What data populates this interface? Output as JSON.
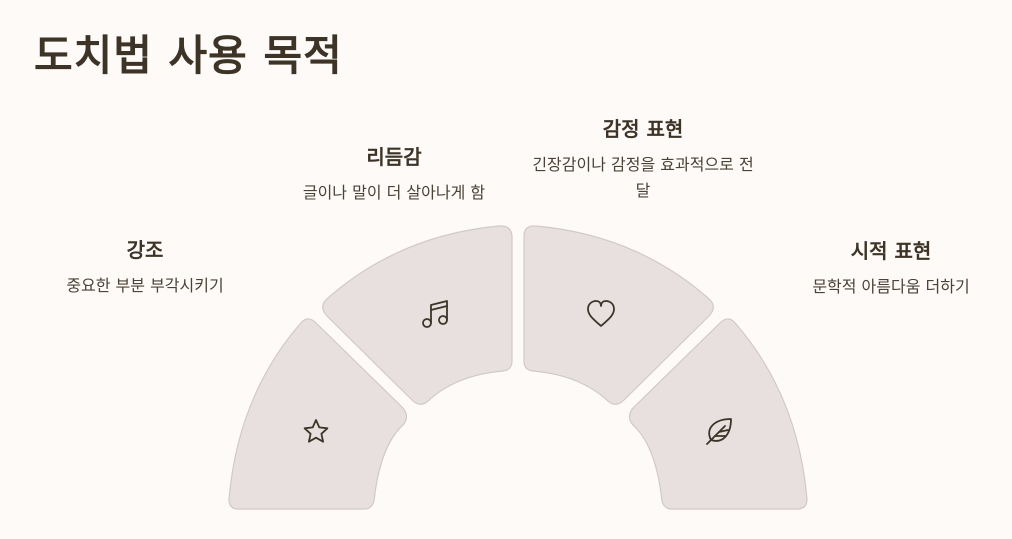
{
  "title": "도치법 사용 목적",
  "items": [
    {
      "title": "강조",
      "desc": "중요한 부분 부각시키기",
      "icon": "star-icon"
    },
    {
      "title": "리듬감",
      "desc": "글이나 말이 더 살아나게 함",
      "icon": "music-note-icon"
    },
    {
      "title": "감정 표현",
      "desc": "긴장감이나 감정을 효과적으로 전달",
      "icon": "heart-icon"
    },
    {
      "title": "시적 표현",
      "desc": "문학적 아름다움 더하기",
      "icon": "feather-icon"
    }
  ],
  "colors": {
    "background": "#fdfaf7",
    "segment": "#e8e0df",
    "segment_border": "#d3c8c8",
    "text": "#3d3326"
  }
}
